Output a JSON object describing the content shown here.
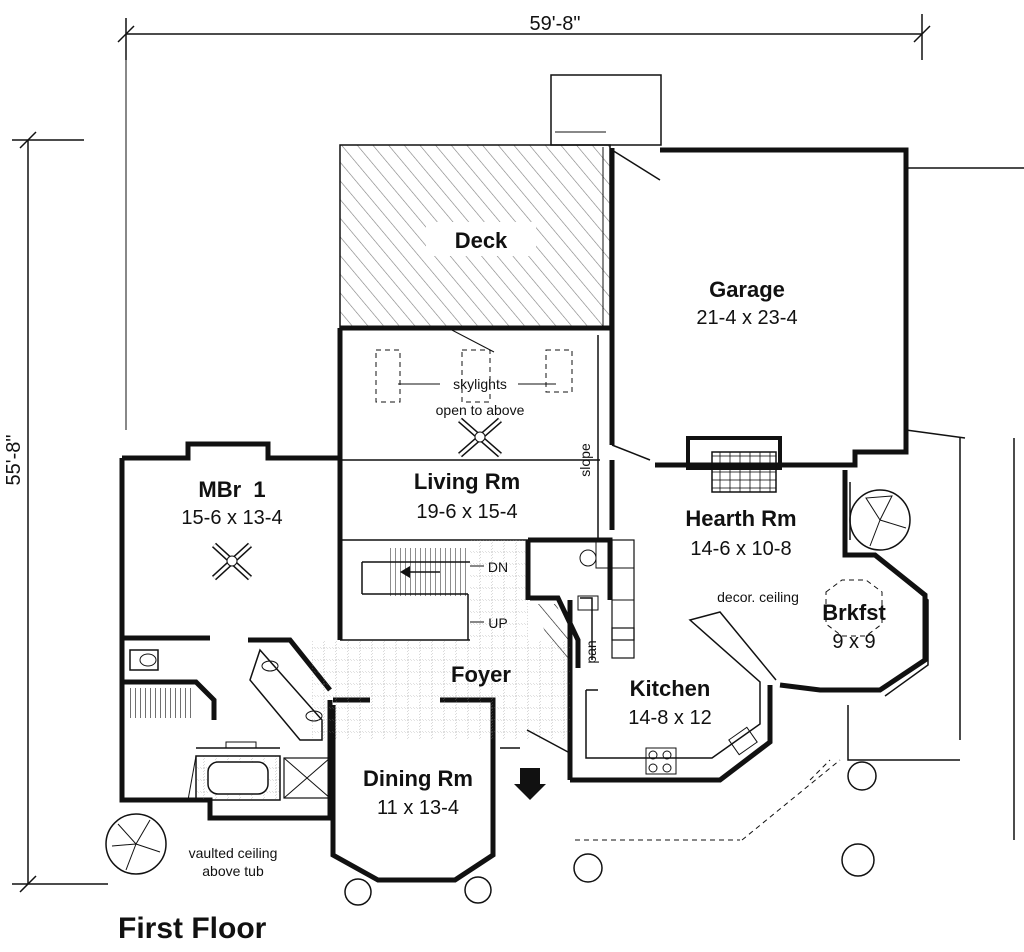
{
  "title": "First Floor",
  "dimensions": {
    "width": "59'-8\"",
    "depth": "55'-8\""
  },
  "rooms": {
    "deck": {
      "name": "Deck"
    },
    "garage": {
      "name": "Garage",
      "size": "21-4 x 23-4"
    },
    "living": {
      "name": "Living Rm",
      "size": "19-6 x 15-4"
    },
    "mbr": {
      "name": "MBr  1",
      "size": "15-6 x 13-4"
    },
    "hearth": {
      "name": "Hearth Rm",
      "size": "14-6 x 10-8"
    },
    "brkfst": {
      "name": "Brkfst",
      "size": "9 x 9"
    },
    "kitchen": {
      "name": "Kitchen",
      "size": "14-8 x 12"
    },
    "foyer": {
      "name": "Foyer"
    },
    "dining": {
      "name": "Dining Rm",
      "size": "11 x 13-4"
    }
  },
  "notes": {
    "skylights": "skylights",
    "open_above": "open to above",
    "slope": "slope",
    "decor_ceiling": "decor. ceiling",
    "dn": "DN",
    "up": "UP",
    "pan": "pan",
    "vaulted_1": "vaulted ceiling",
    "vaulted_2": "above tub"
  }
}
